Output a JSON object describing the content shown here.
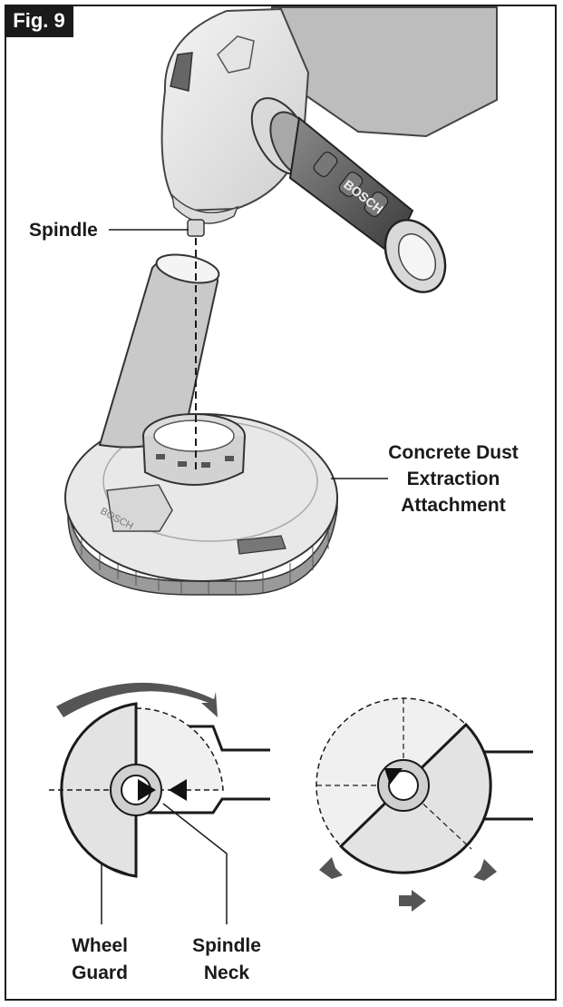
{
  "figure": {
    "tag": "Fig. 9"
  },
  "labels": {
    "spindle": "Spindle",
    "attachment_line1": "Concrete Dust",
    "attachment_line2": "Extraction",
    "attachment_line3": "Attachment",
    "wheel_guard_line1": "Wheel",
    "wheel_guard_line2": "Guard",
    "spindle_neck_line1": "Spindle",
    "spindle_neck_line2": "Neck"
  },
  "brand": "BOSCH",
  "colors": {
    "ink": "#1a1a1a",
    "gray_light": "#e6e6e6",
    "gray_mid": "#bdbdbd",
    "arrow": "#555555"
  }
}
